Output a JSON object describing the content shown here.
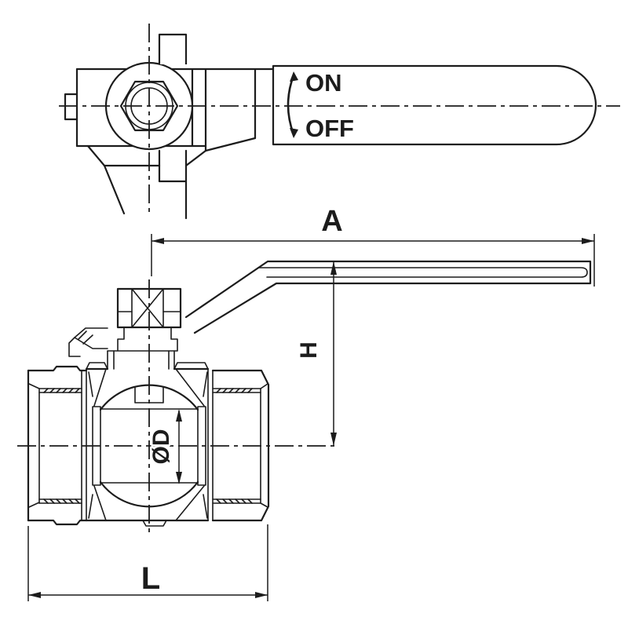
{
  "drawing": {
    "background": "#ffffff",
    "line_color": "#1c1c1c",
    "labels": {
      "on": "ON",
      "off": "OFF",
      "dim_handle_length": "A",
      "dim_height": "H",
      "dim_bore": "ØD",
      "dim_body_length": "L"
    }
  }
}
